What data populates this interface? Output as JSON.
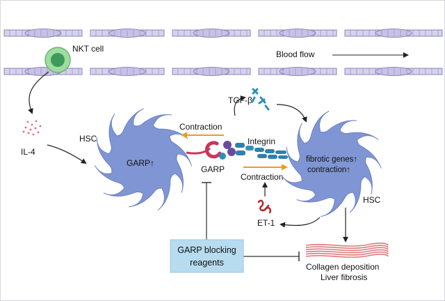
{
  "labels": {
    "nkt_cell": "NKT cell",
    "blood_flow": "Blood flow",
    "il4": "IL-4",
    "hsc_left": "HSC",
    "garp_up": "GARP↑",
    "contraction_top": "Contraction",
    "tgf_beta": "TGF-β",
    "integrin": "Integrin",
    "garp": "GARP",
    "contraction_mid": "Contraction",
    "fibrotic_genes": "fibrotic genes↑",
    "contraction_up": "contraction↑",
    "hsc_right": "HSC",
    "et1": "ET-1",
    "blocking_line1": "GARP blocking",
    "blocking_line2": "reagents",
    "collagen": "Collagen deposition",
    "fibrosis": "Liver fibrosis"
  },
  "colors": {
    "vessel_fill": "#d5d2ec",
    "vessel_stroke": "#8b84bd",
    "hsc_fill": "#7f95d4",
    "nkt_outer": "#9fdc9f",
    "nkt_inner": "#3f9a59",
    "il4_dots": "#e06a86",
    "garp_red": "#c8365a",
    "integrin_blue": "#2f7fb0",
    "integrin_purple": "#6a4aa0",
    "tgf_teal": "#2e8fb8",
    "et1_red": "#b22a2a",
    "orange_arrow": "#ef9a1f",
    "box_fill": "#b7dcf0",
    "collagen_red": "#d86464"
  }
}
